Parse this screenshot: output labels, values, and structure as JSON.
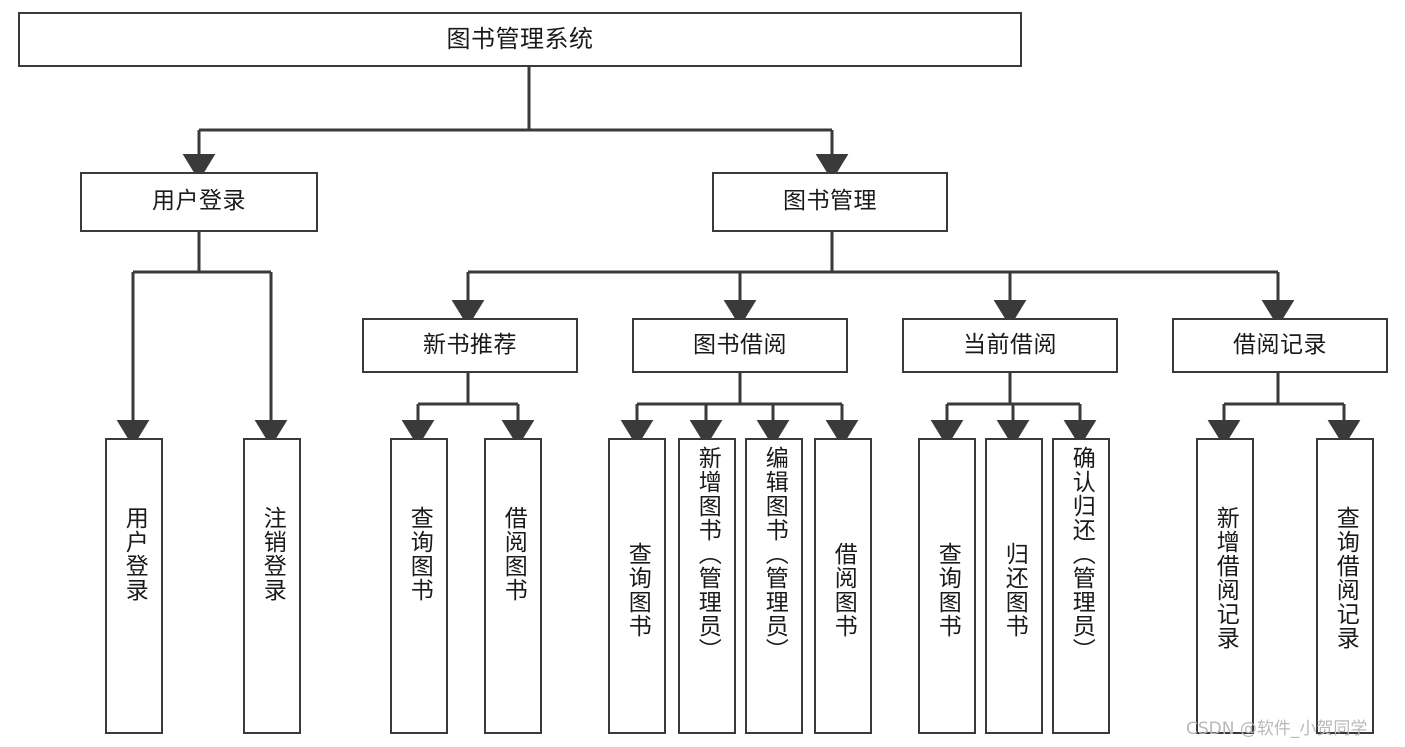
{
  "diagram": {
    "title": "图书管理系统",
    "type": "hierarchy-tree",
    "root": {
      "id": "root",
      "label": "图书管理系统"
    },
    "level1": [
      {
        "id": "user-login",
        "label": "用户登录"
      },
      {
        "id": "book-manage",
        "label": "图书管理"
      }
    ],
    "level2": [
      {
        "id": "new-book-recommend",
        "label": "新书推荐",
        "parent": "book-manage"
      },
      {
        "id": "book-borrow",
        "label": "图书借阅",
        "parent": "book-manage"
      },
      {
        "id": "current-borrow",
        "label": "当前借阅",
        "parent": "book-manage"
      },
      {
        "id": "borrow-record",
        "label": "借阅记录",
        "parent": "book-manage"
      }
    ],
    "leaves": [
      {
        "id": "leaf-user-login",
        "label": "用户登录",
        "parent": "user-login"
      },
      {
        "id": "leaf-user-logout",
        "label": "注销登录",
        "parent": "user-login"
      },
      {
        "id": "leaf-query-book-1",
        "label": "查询图书",
        "parent": "new-book-recommend"
      },
      {
        "id": "leaf-borrow-book-1",
        "label": "借阅图书",
        "parent": "new-book-recommend"
      },
      {
        "id": "leaf-query-book-2",
        "label": "查询图书",
        "parent": "book-borrow"
      },
      {
        "id": "leaf-add-book",
        "label": "新增图书（管理员）",
        "parent": "book-borrow"
      },
      {
        "id": "leaf-edit-book",
        "label": "编辑图书（管理员）",
        "parent": "book-borrow"
      },
      {
        "id": "leaf-borrow-book-2",
        "label": "借阅图书",
        "parent": "book-borrow"
      },
      {
        "id": "leaf-query-book-3",
        "label": "查询图书",
        "parent": "current-borrow"
      },
      {
        "id": "leaf-return-book",
        "label": "归还图书",
        "parent": "current-borrow"
      },
      {
        "id": "leaf-confirm-return",
        "label": "确认归还（管理员）",
        "parent": "current-borrow"
      },
      {
        "id": "leaf-add-record",
        "label": "新增借阅记录",
        "parent": "borrow-record"
      },
      {
        "id": "leaf-query-record",
        "label": "查询借阅记录",
        "parent": "borrow-record"
      }
    ],
    "colors": {
      "background": "#ffffff",
      "box_fill": "#ffffff",
      "box_stroke": "#3a3a3a",
      "connector": "#3a3a3a",
      "text": "#1a1a1a",
      "watermark": "#b9b9b9"
    }
  },
  "watermark": {
    "text": "CSDN @软件_小贺同学"
  }
}
